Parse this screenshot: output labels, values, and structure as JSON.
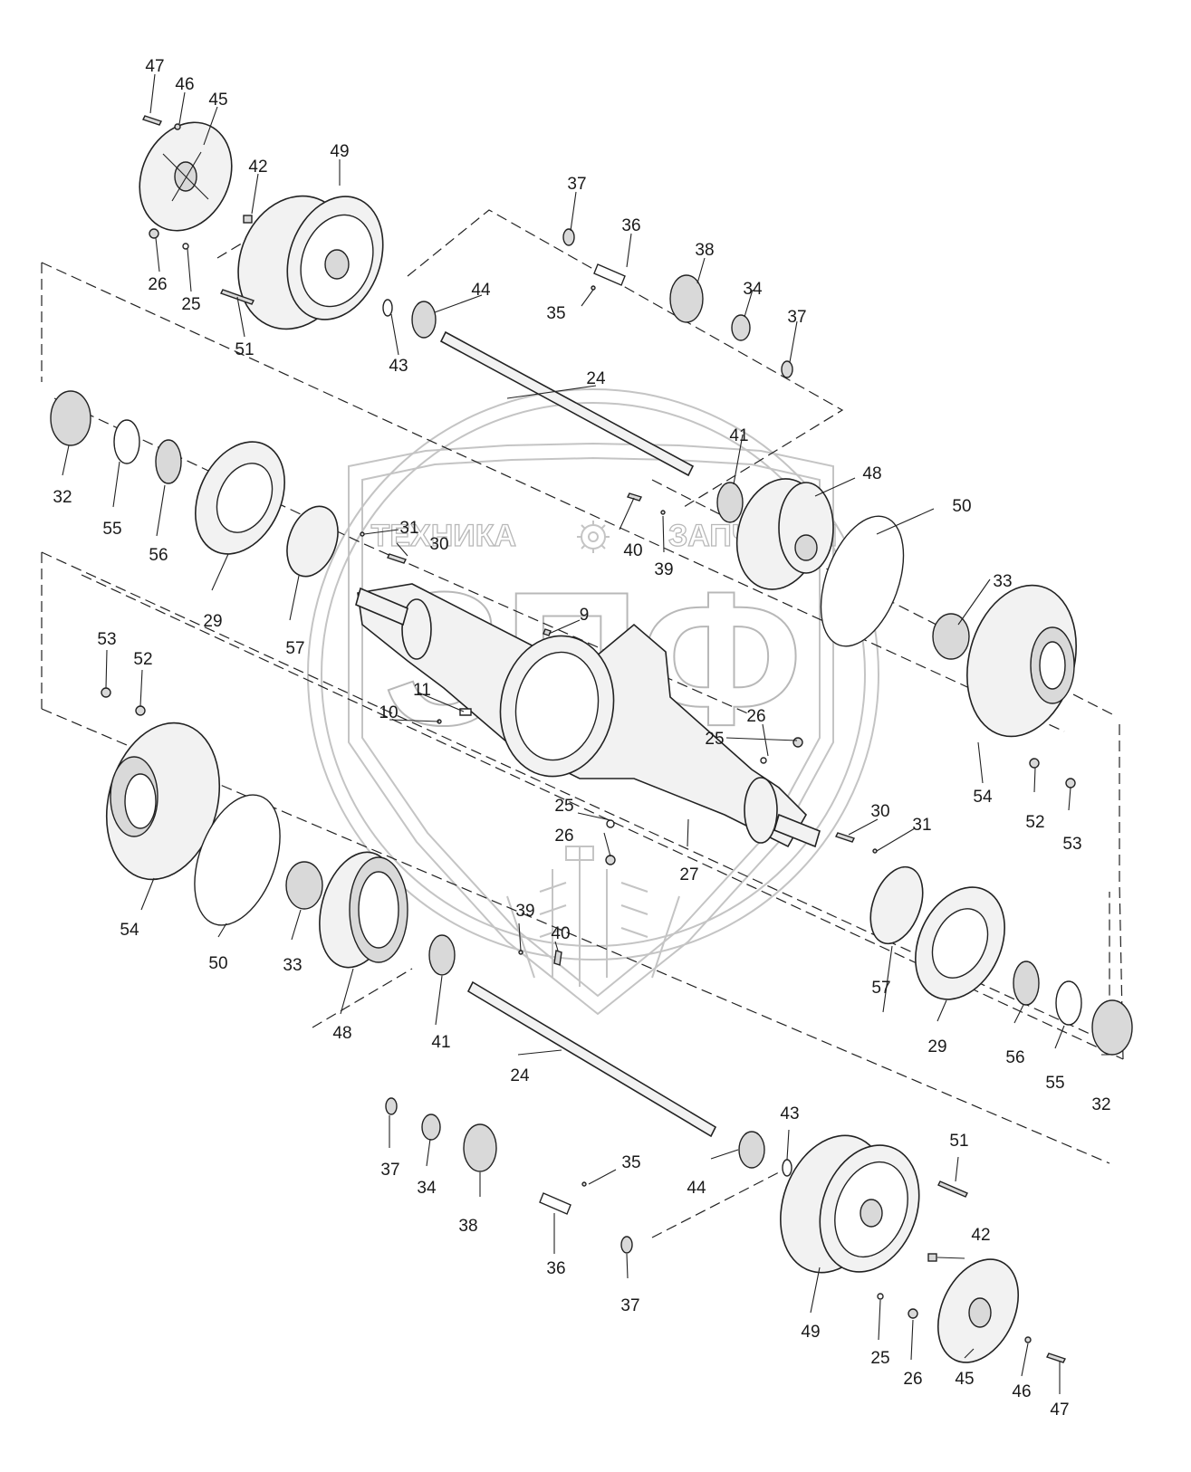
{
  "watermark": {
    "left_text": "ТЕХНИКА",
    "right_text": "ЗАПЧАСТИ",
    "monogram": "ЗПФ",
    "gear_icon": "gear-icon"
  },
  "labels": {
    "l47a": "47",
    "l46a": "46",
    "l45a": "45",
    "l42a": "42",
    "l49a": "49",
    "l26a": "26",
    "l25a": "25",
    "l51a": "51",
    "l43a": "43",
    "l37a": "37",
    "l36a": "36",
    "l38a": "38",
    "l35a": "35",
    "l44a": "44",
    "l34a": "34",
    "l37b": "37",
    "l24a": "24",
    "l41a": "41",
    "l48a": "48",
    "l50a": "50",
    "l32a": "32",
    "l55a": "55",
    "l56a": "56",
    "l31a": "31",
    "l30a": "30",
    "l40a": "40",
    "l39a": "39",
    "l29a": "29",
    "l57a": "57",
    "l33a": "33",
    "l9": "9",
    "l11": "11",
    "l10": "10",
    "l53a": "53",
    "l52a": "52",
    "l26b": "26",
    "l25b": "25",
    "l54a": "54",
    "l52b": "52",
    "l53b": "53",
    "l25c": "25",
    "l26c": "26",
    "l27": "27",
    "l30b": "30",
    "l31b": "31",
    "l54b": "54",
    "l50b": "50",
    "l33b": "33",
    "l39b": "39",
    "l40b": "40",
    "l48b": "48",
    "l41b": "41",
    "l57b": "57",
    "l29b": "29",
    "l56b": "56",
    "l55b": "55",
    "l32b": "32",
    "l24b": "24",
    "l43b": "43",
    "l51b": "51",
    "l37c": "37",
    "l34b": "34",
    "l44b": "44",
    "l35b": "35",
    "l38b": "38",
    "l36b": "36",
    "l37d": "37",
    "l49b": "49",
    "l42b": "42",
    "l25d": "25",
    "l26d": "26",
    "l45b": "45",
    "l46b": "46",
    "l47b": "47"
  }
}
